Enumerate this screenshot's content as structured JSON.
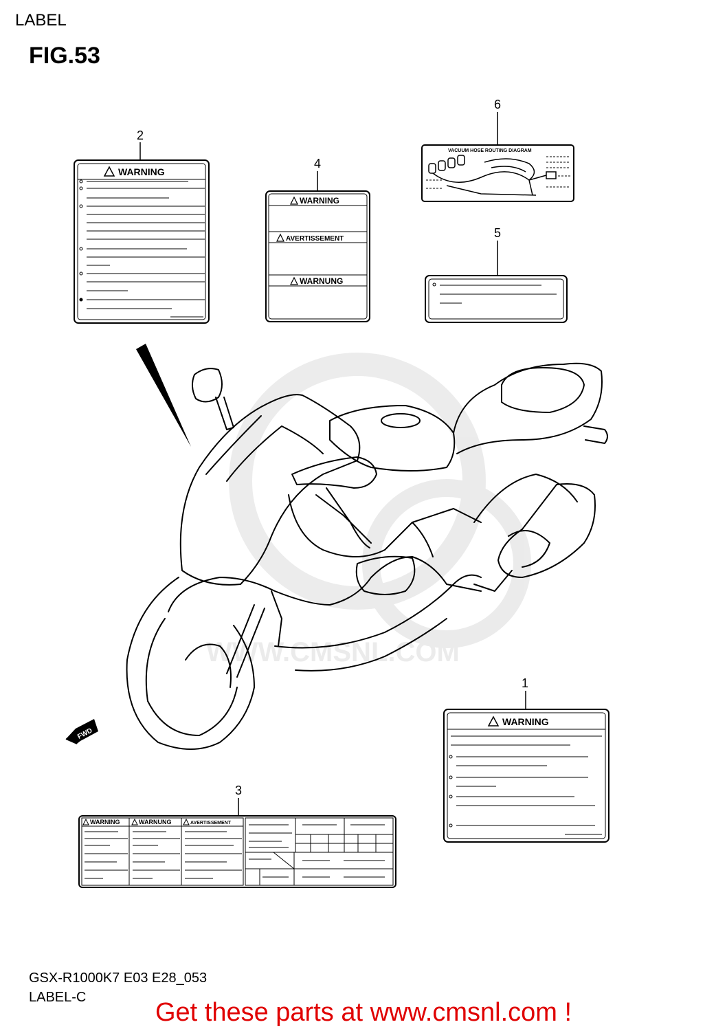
{
  "header": {
    "section": "LABEL",
    "figure": "FIG.53"
  },
  "callouts": [
    "1",
    "2",
    "3",
    "4",
    "5",
    "6"
  ],
  "labels": {
    "warning": "WARNING",
    "avertissement": "AVERTISSEMENT",
    "warnung": "WARNUNG",
    "vacuum_diagram": "VACUUM HOSE ROUTING DIAGRAM",
    "fwd": "FWD",
    "watermark": "WWW.CMSNL.COM"
  },
  "footer": {
    "model_code": "GSX-R1000K7 E03 E28_053",
    "sheet": "LABEL-C",
    "promo": "Get these parts at www.cmsnl.com !"
  },
  "colors": {
    "line": "#000000",
    "promo": "#e00000",
    "watermark": "#d9d9d9"
  }
}
